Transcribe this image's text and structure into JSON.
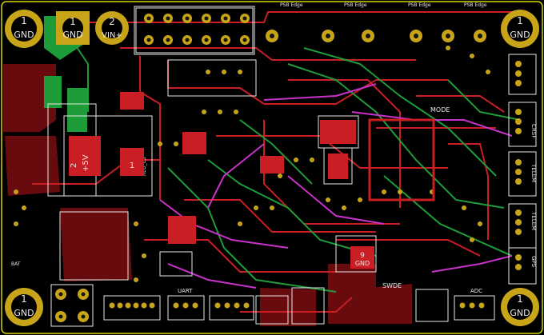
{
  "colors": {
    "background": "#000000",
    "copper_front": "#c81e24",
    "copper_front_dark": "#7a0d12",
    "copper_back": "#1f9c3a",
    "silkscreen": "#e8e8e8",
    "pad": "#c8a419",
    "hole": "#141414",
    "fab_magenta": "#c832c8",
    "board_outline": "#d4d400"
  },
  "mounting_holes": [
    {
      "number": "1",
      "net": "GND"
    },
    {
      "number": "1",
      "net": "GND"
    },
    {
      "number": "1",
      "net": "GND"
    },
    {
      "number": "1",
      "net": "GND"
    }
  ],
  "power_terminals": [
    {
      "number": "1",
      "net": "GND"
    },
    {
      "number": "2",
      "net": "VIN+"
    }
  ],
  "regulator_pads": [
    {
      "number": "2",
      "net": "+5V"
    },
    {
      "number": "1"
    }
  ],
  "center_pad": {
    "number": "9",
    "net": "GND"
  },
  "top_connector_labels": [
    "PSB Edge",
    "PSB Edge",
    "PSB Edge",
    "PSB Edge"
  ],
  "right_labels": [
    "CRSF",
    "TELEM",
    "TELEM",
    "GPS"
  ],
  "silk_labels": {
    "mode": "MODE",
    "swde": "SWDE",
    "uart": "UART",
    "adc": "ADC",
    "bat": "BAT",
    "reg_cs": "REG_CS"
  }
}
